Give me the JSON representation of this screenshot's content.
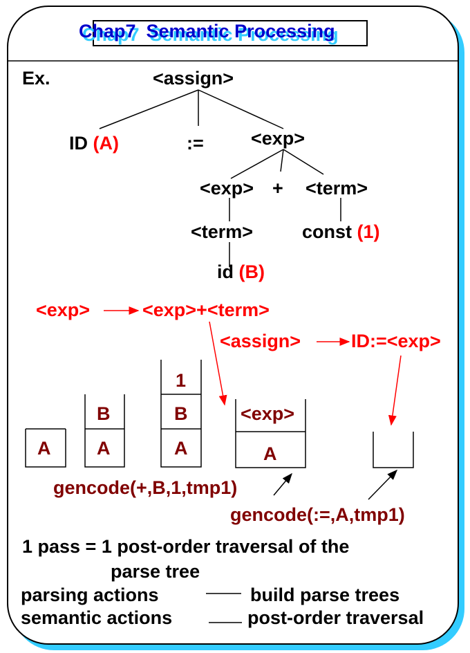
{
  "title": "Chap7  Semantic Processing",
  "tree": {
    "ex_label": "Ex.",
    "root": "<assign>",
    "id_node": "ID",
    "id_val": "(A)",
    "assign_op": ":=",
    "exp_node": "<exp>",
    "exp_child": "<exp>",
    "plus": "+",
    "term_child": "<term>",
    "term_node": "<term>",
    "const_node": "const",
    "const_val": "(1)",
    "id_leaf": "id",
    "id_leaf_val": "(B)"
  },
  "rules": {
    "rule1_lhs": "<exp>",
    "rule1_rhs": "<exp>+<term>",
    "rule2_lhs": "<assign>",
    "rule2_rhs": "ID:=<exp>"
  },
  "stacks": {
    "s1": [
      "A"
    ],
    "s2": [
      "B",
      "A"
    ],
    "s3": [
      "1",
      "B",
      "A"
    ],
    "s4": [
      "<exp>",
      "A"
    ],
    "s5": []
  },
  "gencode": {
    "g1": "gencode(+,B,1,tmp1)",
    "g2": "gencode(:=,A,tmp1)"
  },
  "footer": {
    "line1": "1 pass = 1 post-order traversal of the",
    "line2": "parse tree",
    "line3a": "parsing actions",
    "line3b": "build parse trees",
    "line4a": "semantic actions",
    "line4b": "post-order traversal"
  },
  "colors": {
    "title": "#0000cc",
    "title_shadow": "#33ccff",
    "accent": "#ff0000",
    "stack_text": "#800000"
  }
}
